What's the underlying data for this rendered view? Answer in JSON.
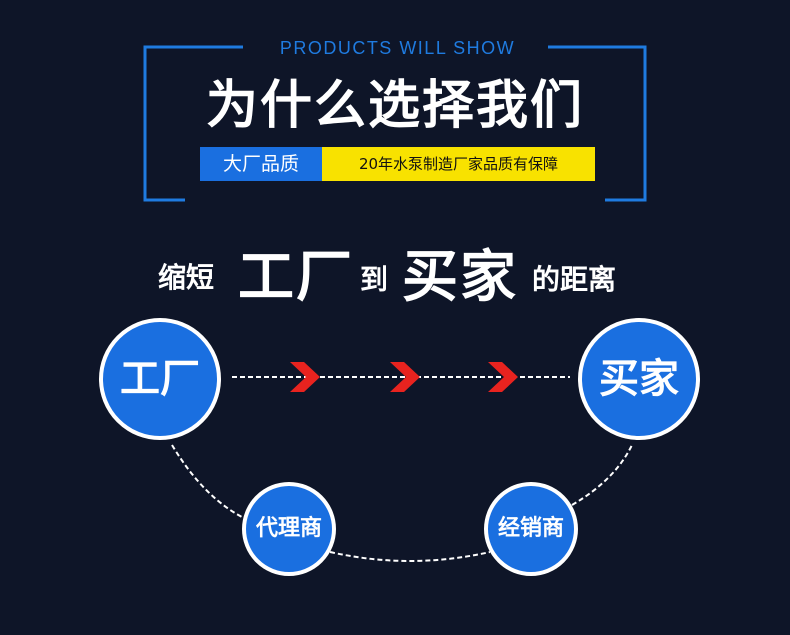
{
  "header": {
    "subtitle": "PRODUCTS WILL SHOW",
    "title": "为什么选择我们",
    "badge_label": "大厂品质",
    "badge_desc": "20年水泵制造厂家品质有保障"
  },
  "distance_headline": {
    "part1": "缩短",
    "part2": "工厂",
    "part3": "到",
    "part4": "买家",
    "part5": "的距离"
  },
  "nodes": {
    "factory": "工厂",
    "buyer": "买家",
    "agent": "代理商",
    "dealer": "经销商"
  },
  "colors": {
    "background": "#0e1528",
    "accent_blue": "#1a6fe0",
    "accent_yellow": "#f8e200",
    "arrow_red": "#e8231f"
  }
}
